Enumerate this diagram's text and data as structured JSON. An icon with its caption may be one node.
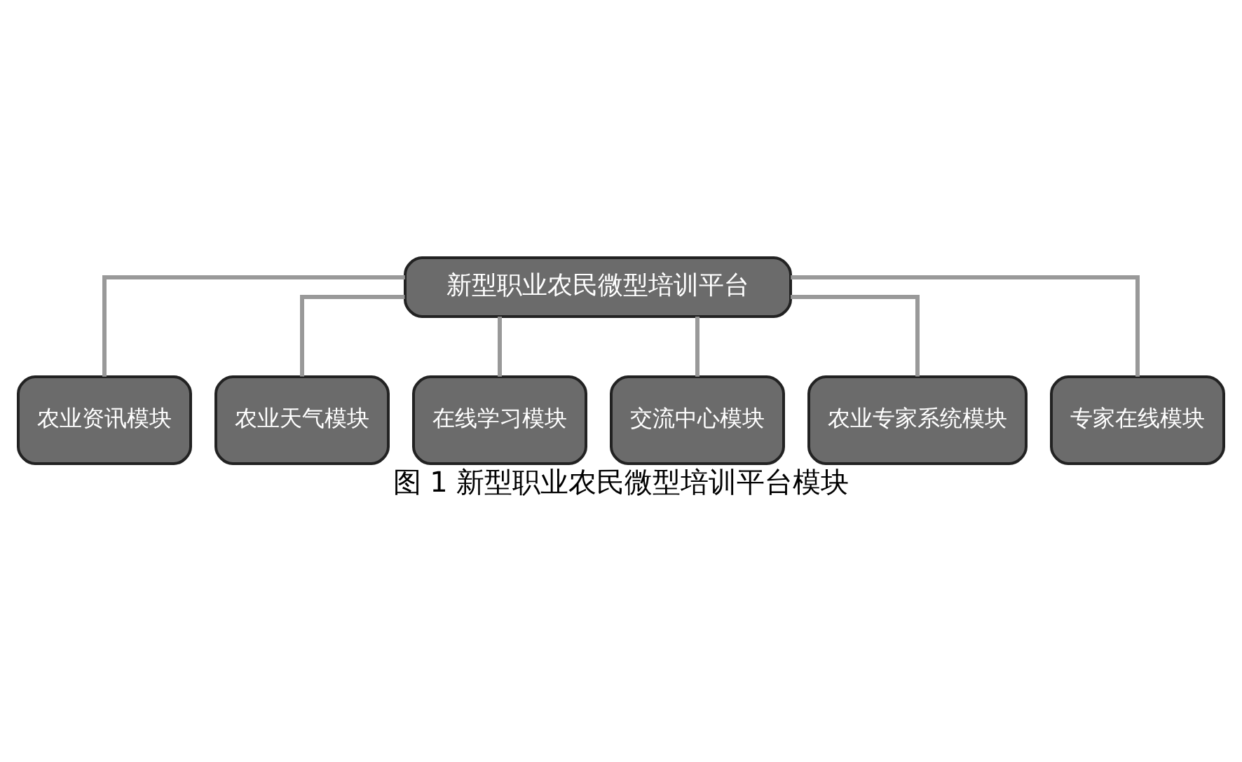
{
  "diagram": {
    "caption": "图 1 新型职业农民微型培训平台模块",
    "nodes": [
      {
        "text": [
          "新型职业农民微型培训平台"
        ]
      },
      {
        "text": [
          "农业资讯模块"
        ]
      },
      {
        "text": [
          "农业天气模块"
        ]
      },
      {
        "text": [
          "在线学习模块"
        ]
      },
      {
        "text": [
          "交流中心模块"
        ]
      },
      {
        "text": [
          "农业专家系统模块"
        ]
      },
      {
        "text": [
          "专家在线模块"
        ]
      }
    ],
    "edges": [
      {
        "from": 0,
        "to": 1,
        "arrow": "none"
      },
      {
        "from": 0,
        "to": 2,
        "arrow": "none"
      },
      {
        "from": 0,
        "to": 3,
        "arrow": "none"
      },
      {
        "from": 0,
        "to": 4,
        "arrow": "none"
      },
      {
        "from": 0,
        "to": 5,
        "arrow": "none"
      },
      {
        "from": 0,
        "to": 6,
        "arrow": "none"
      }
    ]
  }
}
